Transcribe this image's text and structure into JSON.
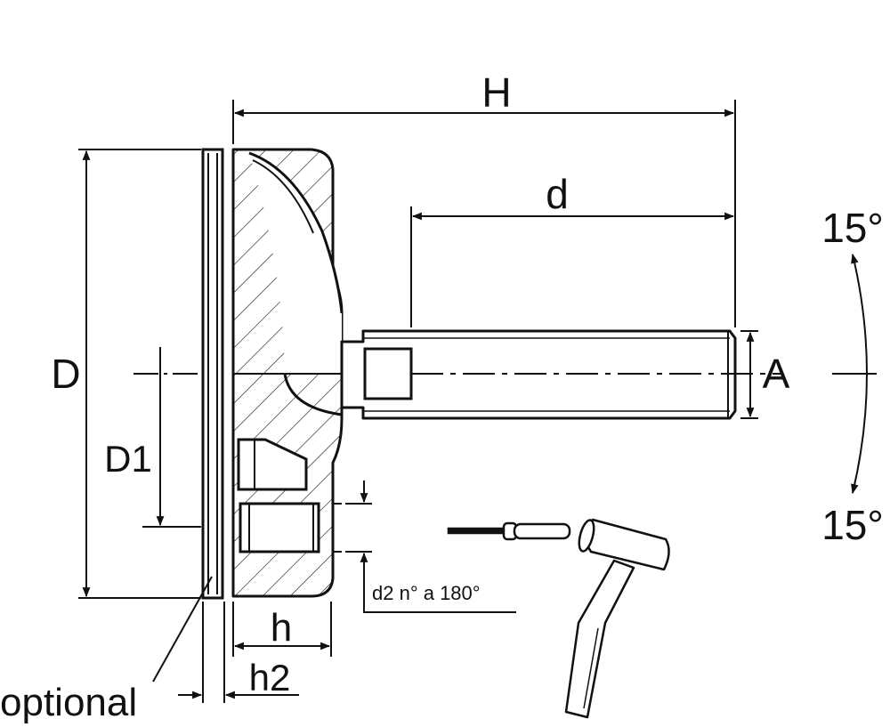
{
  "diagram": {
    "labels": {
      "H": "H",
      "d": "d",
      "D": "D",
      "D1": "D1",
      "A": "A",
      "h": "h",
      "h2": "h2",
      "d2": "d2 n° a 180°",
      "optional": "optional",
      "angle_top": "15°",
      "angle_bottom": "15°"
    },
    "colors": {
      "line": "#111111",
      "background": "#ffffff"
    },
    "icons": [
      "screwdriver-icon",
      "mallet-icon"
    ]
  }
}
